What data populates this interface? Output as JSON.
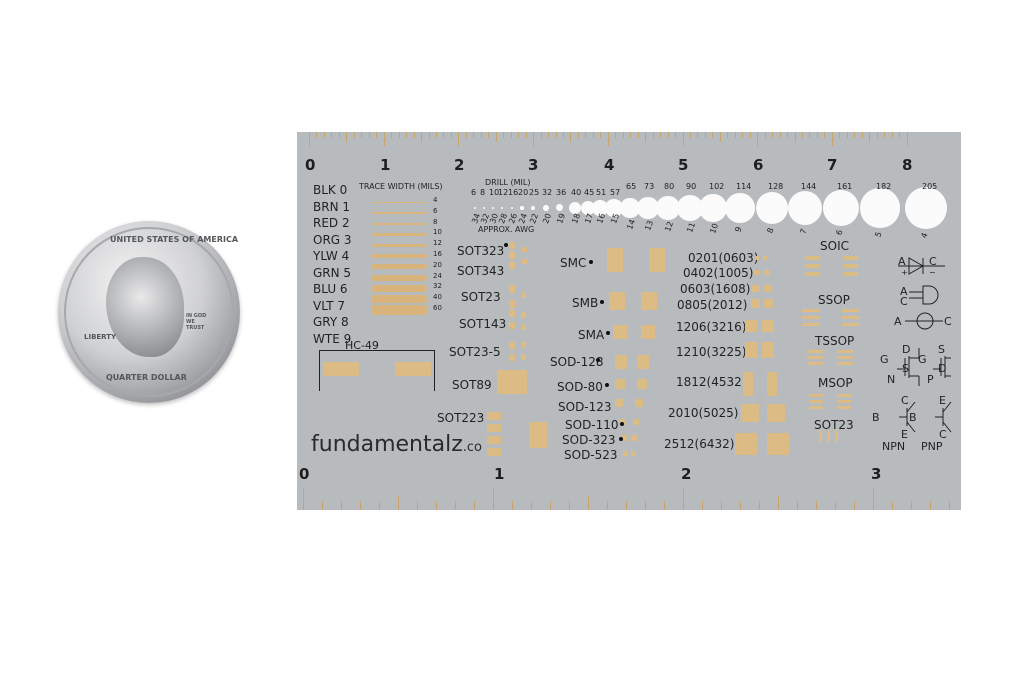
{
  "coin": {
    "legend_top": "UNITED STATES OF AMERICA",
    "legend_bottom": "QUARTER DOLLAR",
    "liberty": "LIBERTY",
    "motto": "IN GOD WE TRUST"
  },
  "ruler": {
    "top_labels": [
      "0",
      "1",
      "2",
      "3",
      "4",
      "5",
      "6",
      "7",
      "8"
    ],
    "bottom_labels": [
      "0",
      "1",
      "2",
      "3"
    ]
  },
  "color_codes": [
    "BLK 0",
    "BRN 1",
    "RED 2",
    "ORG 3",
    "YLW 4",
    "GRN 5",
    "BLU 6",
    "VLT 7",
    "GRY 8",
    "WTE 9"
  ],
  "trace_width": {
    "title": "TRACE WIDTH (MILS)",
    "values": [
      "4",
      "6",
      "8",
      "10",
      "12",
      "16",
      "20",
      "24",
      "32",
      "40",
      "60"
    ]
  },
  "drill": {
    "title": "DRILL (MIL)",
    "sizes": [
      "6",
      "8",
      "10",
      "12",
      "16",
      "20",
      "25",
      "32",
      "36",
      "40",
      "45",
      "51",
      "57",
      "65",
      "73",
      "80",
      "90",
      "102",
      "114",
      "128",
      "144",
      "161",
      "182",
      "205"
    ],
    "awg_title": "APPROX. AWG",
    "awg": [
      "34",
      "32",
      "30",
      "28",
      "26",
      "24",
      "22",
      "20",
      "19",
      "18",
      "17",
      "16",
      "15",
      "14",
      "13",
      "12",
      "11",
      "10",
      "9",
      "8",
      "7",
      "6",
      "5",
      "4"
    ]
  },
  "packages_left": [
    "SOT323",
    "SOT343",
    "SOT23",
    "SOT143",
    "SOT23-5",
    "SOT89",
    "SOT223"
  ],
  "packages_diode": [
    "SMC",
    "SMB",
    "SMA",
    "SOD-128",
    "SOD-80",
    "SOD-123",
    "SOD-110",
    "SOD-323",
    "SOD-523"
  ],
  "chip_sizes": [
    "0201(0603)",
    "0402(1005)",
    "0603(1608)",
    "0805(2012)",
    "1206(3216)",
    "1210(3225)",
    "1812(4532)",
    "2010(5025)",
    "2512(6432)"
  ],
  "ic_packages": [
    "SOIC",
    "SSOP",
    "TSSOP",
    "MSOP",
    "SOT23"
  ],
  "crystal": "HC-49",
  "symbols": {
    "diode": {
      "a": "A",
      "c": "C",
      "plus": "+",
      "minus": "−"
    },
    "led": {
      "a": "A",
      "c": "C"
    },
    "resistor": {
      "a": "A",
      "c": "C"
    },
    "nmos": {
      "g": "G",
      "d": "D",
      "s": "S",
      "type": "N"
    },
    "pmos": {
      "g": "G",
      "s": "S",
      "d": "D",
      "type": "P"
    },
    "npn": {
      "b": "B",
      "c": "C",
      "e": "E",
      "type": "NPN"
    },
    "pnp": {
      "b": "B",
      "e": "E",
      "c": "C",
      "type": "PNP"
    }
  },
  "logo": {
    "name": "fundamentalz",
    "suffix": ".co"
  },
  "colors": {
    "board": "#b8bbbe",
    "copper": "#dcbb84",
    "ink": "#222222",
    "background": "#ffffff"
  }
}
